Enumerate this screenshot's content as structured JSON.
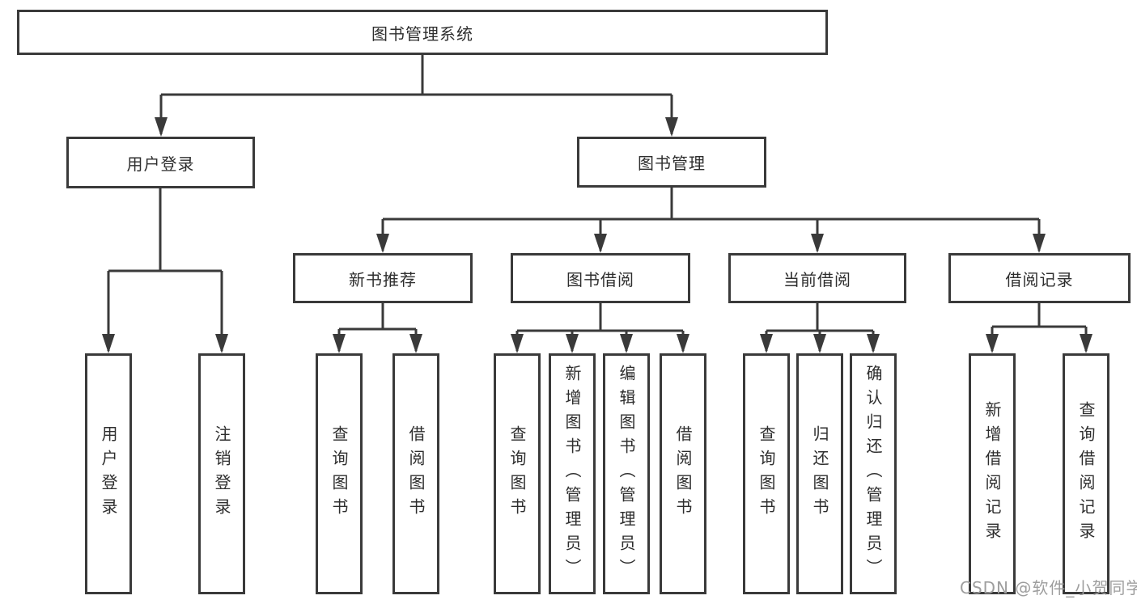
{
  "diagram": {
    "type": "hierarchy-tree",
    "title": "图书管理系统",
    "branches": {
      "user_login": {
        "label": "用户登录",
        "children": [
          {
            "label": "用户登录"
          },
          {
            "label": "注销登录"
          }
        ]
      },
      "book_management": {
        "label": "图书管理",
        "sections": {
          "new_book_recommend": {
            "label": "新书推荐",
            "children": [
              {
                "label": "查询图书"
              },
              {
                "label": "借阅图书"
              }
            ]
          },
          "book_borrow": {
            "label": "图书借阅",
            "children": [
              {
                "label": "查询图书"
              },
              {
                "label": "新增图书（管理员）"
              },
              {
                "label": "编辑图书（管理员）"
              },
              {
                "label": "借阅图书"
              }
            ]
          },
          "current_borrow": {
            "label": "当前借阅",
            "children": [
              {
                "label": "查询图书"
              },
              {
                "label": "归还图书"
              },
              {
                "label": "确认归还（管理员）"
              }
            ]
          },
          "borrow_record": {
            "label": "借阅记录",
            "children": [
              {
                "label": "新增借阅记录"
              },
              {
                "label": "查询借阅记录"
              }
            ]
          }
        }
      }
    }
  },
  "watermark": {
    "text": "CSDN @软件_小贺同学"
  },
  "colors": {
    "background": "#ffffff",
    "line": "#3a3a3a",
    "text": "#2e2e2e",
    "watermark": "#9e9e9e"
  }
}
